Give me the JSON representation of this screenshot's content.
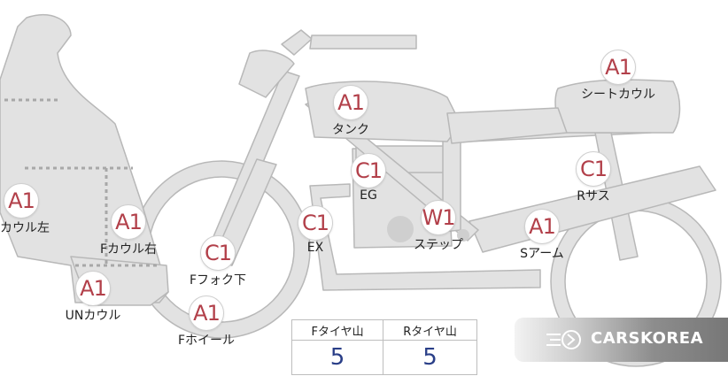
{
  "parts": [
    {
      "id": "f-cowl-left",
      "grade": "A1",
      "label": "Fカウル左"
    },
    {
      "id": "f-cowl-right",
      "grade": "A1",
      "label": "Fカウル右"
    },
    {
      "id": "un-cowl",
      "grade": "A1",
      "label": "UNカウル"
    },
    {
      "id": "f-fork-lower",
      "grade": "C1",
      "label": "Fフォク下"
    },
    {
      "id": "f-wheel",
      "grade": "A1",
      "label": "Fホイール"
    },
    {
      "id": "tank",
      "grade": "A1",
      "label": "タンク"
    },
    {
      "id": "eg",
      "grade": "C1",
      "label": "EG"
    },
    {
      "id": "ex",
      "grade": "C1",
      "label": "EX"
    },
    {
      "id": "step",
      "grade": "W1",
      "label": "ステップ"
    },
    {
      "id": "s-arm",
      "grade": "A1",
      "label": "Sアーム"
    },
    {
      "id": "r-sus",
      "grade": "C1",
      "label": "Rサス"
    },
    {
      "id": "seat-cowl",
      "grade": "A1",
      "label": "シートカウル"
    }
  ],
  "tire_table": {
    "headers": [
      "Fタイヤ山",
      "Rタイヤ山"
    ],
    "values": [
      "5",
      "5"
    ]
  },
  "brand": {
    "text": "CARSKOREA"
  },
  "colors": {
    "badge_text": "#b2404a",
    "tire_value": "#2a3f88",
    "bike_fill": "#e2e2e2",
    "bike_stroke": "#b8b8b8"
  }
}
